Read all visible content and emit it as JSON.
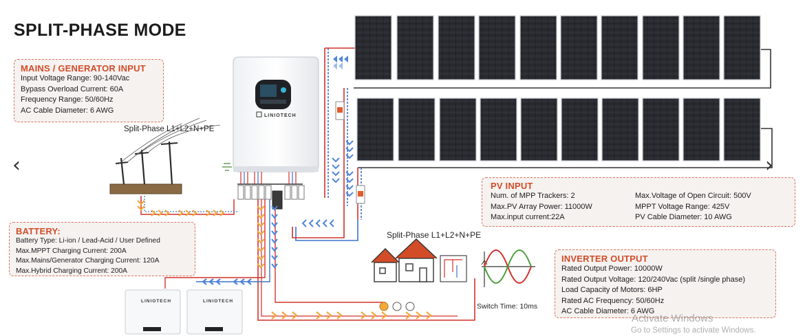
{
  "title": "SPLIT-PHASE MODE",
  "mains": {
    "title": "MAINS / GENERATOR INPUT",
    "rows": [
      "Input Voltage Range: 90-140Vac",
      "Bypass Overload Current: 60A",
      "Frequency Range: 50/60Hz",
      "AC Cable Diameter: 6 AWG"
    ]
  },
  "battery": {
    "title": "BATTERY:",
    "rows": [
      "Battery Type:  Li-ion / Lead-Acid / User Defined",
      "Max.MPPT Charging Current: 200A",
      "Max.Mains/Generator Charging Current: 120A",
      "Max.Hybrid Charging Current: 200A"
    ]
  },
  "pv": {
    "title": "PV INPUT",
    "left": [
      "Num. of MPP Trackers: 2",
      "Max.PV Array Power: 11000W",
      "Max.input current:22A"
    ],
    "right": [
      "Max.Voltage of Open Circuit: 500V",
      "MPPT Voltage Range: 425V",
      "PV Cable Diameter: 10 AWG"
    ]
  },
  "inverter_output": {
    "title": "INVERTER OUTPUT",
    "rows": [
      "Rated Output Power: 10000W",
      "Rated Output Voltage: 120/240Vac (split /single phase)",
      "Load Capacity of Motors: 6HP",
      "Rated AC Frequency: 50/60Hz",
      "AC Cable Diameter: 6 AWG"
    ]
  },
  "labels": {
    "split_left": "Split-Phase L1+L2+N+PE",
    "split_right": "Split-Phase L1+L2+N+PE",
    "switch_time": "Switch Time: 10ms"
  },
  "brand": {
    "inverter": "LINIOTECH",
    "battery": "LINIOTECH"
  },
  "watermark": {
    "line1": "Activate Windows",
    "line2": "Go to Settings to activate Windows."
  },
  "nav": {
    "prev": "‹",
    "next": "›"
  },
  "colors": {
    "accent": "#d24c28",
    "wire_red": "#d4302a",
    "wire_blue": "#3a73c9",
    "flow_orange": "#f2a93b",
    "flow_blue": "#4f86d8",
    "panel": "#1e1f22"
  }
}
